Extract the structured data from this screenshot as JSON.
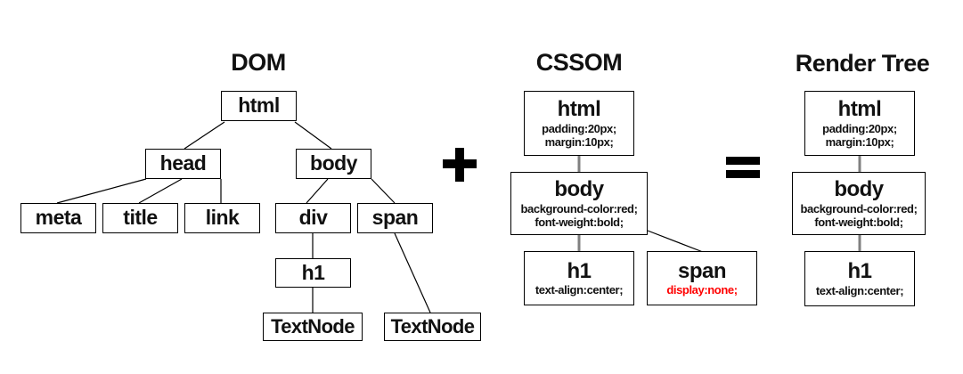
{
  "titles": {
    "dom": "DOM",
    "cssom": "CSSOM",
    "render": "Render Tree"
  },
  "operators": {
    "plus": "+",
    "equals": "="
  },
  "colors": {
    "highlight": "#ff0000",
    "text": "#111111",
    "edge_black": "#000000",
    "connector_gray": "#808080",
    "box_border": "#000000",
    "background": "#ffffff"
  },
  "dom_tree": {
    "nodes": {
      "html": "html",
      "head": "head",
      "body": "body",
      "meta": "meta",
      "title": "title",
      "link": "link",
      "div": "div",
      "span": "span",
      "h1": "h1",
      "textnode_h1": "TextNode",
      "textnode_span": "TextNode"
    }
  },
  "cssom_tree": {
    "nodes": {
      "html": {
        "tag": "html",
        "rule1": "padding:20px;",
        "rule2": "margin:10px;"
      },
      "body": {
        "tag": "body",
        "rule1": "background-color:red;",
        "rule2": "font-weight:bold;"
      },
      "h1": {
        "tag": "h1",
        "rule1": "text-align:center;"
      },
      "span": {
        "tag": "span",
        "rule1": "display:none;"
      }
    }
  },
  "render_tree": {
    "nodes": {
      "html": {
        "tag": "html",
        "rule1": "padding:20px;",
        "rule2": "margin:10px;"
      },
      "body": {
        "tag": "body",
        "rule1": "background-color:red;",
        "rule2": "font-weight:bold;"
      },
      "h1": {
        "tag": "h1",
        "rule1": "text-align:center;"
      }
    }
  }
}
